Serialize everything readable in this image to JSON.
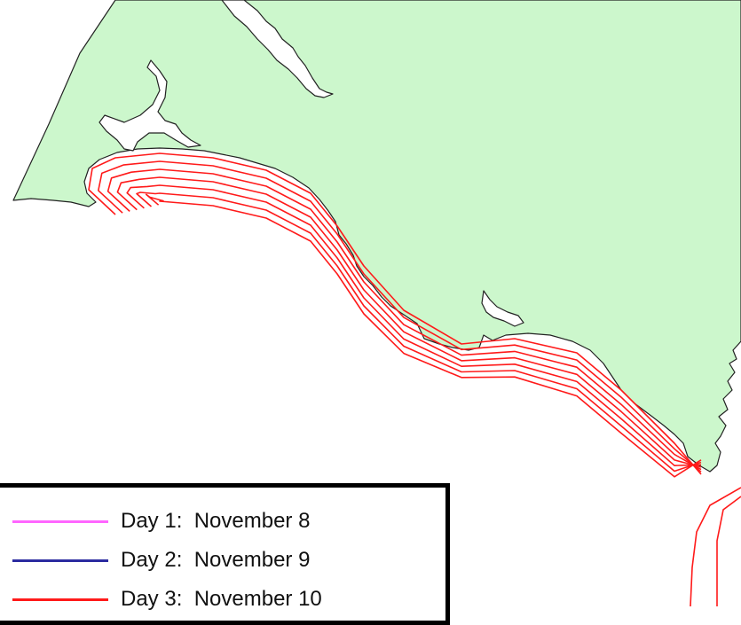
{
  "map": {
    "colors": {
      "land": "#ccf7cc",
      "coastline": "#222222",
      "contour": "#ff1a1a",
      "water": "#ffffff"
    },
    "contour_count": 7
  },
  "legend": {
    "entries": [
      {
        "label": "Day 1:  November 8",
        "color": "#ff66ff"
      },
      {
        "label": "Day 2:  November 9",
        "color": "#2b2ba0"
      },
      {
        "label": "Day 3:  November 10",
        "color": "#ff1a1a"
      }
    ]
  }
}
